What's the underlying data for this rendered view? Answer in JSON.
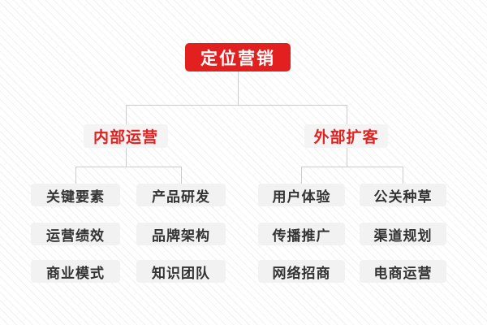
{
  "root": {
    "label": "定位营销"
  },
  "branches": [
    {
      "label": "内部运营",
      "children": [
        "关键要素",
        "产品研发",
        "运营绩效",
        "品牌架构",
        "商业模式",
        "知识团队"
      ]
    },
    {
      "label": "外部扩客",
      "children": [
        "用户体验",
        "公关种草",
        "传播推广",
        "渠道规划",
        "网络招商",
        "电商运营"
      ]
    }
  ],
  "colors": {
    "accent_red": "#e1201f",
    "root_text": "#ffffff",
    "branch_bg": "#f4f4f4",
    "leaf_bg": "#f2f2f2",
    "leaf_text": "#333333",
    "connector": "#cccccc",
    "background_stripe": "#f1f1f1"
  }
}
